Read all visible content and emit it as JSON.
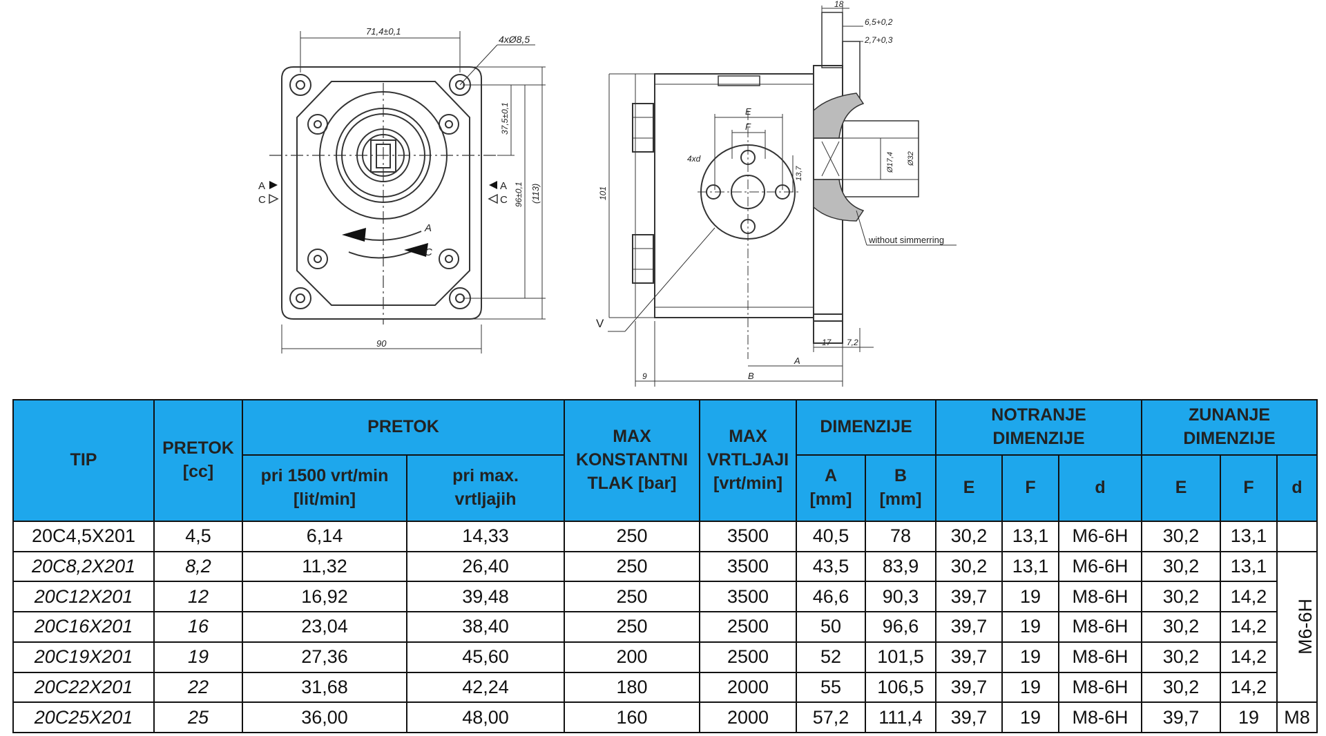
{
  "drawing": {
    "front": {
      "dim_top": "71,4±0,1",
      "holes": "4xØ8,5",
      "dim_bottom": "90",
      "dim_right_inner": "37,5±0,1",
      "dim_right_mid": "96±0,1",
      "dim_right_outer": "(113)",
      "port_left_a": "A",
      "port_left_c": "C",
      "port_right_a": "A",
      "port_right_c": "C",
      "arrow_a": "A",
      "arrow_c": "C"
    },
    "side": {
      "dim_18": "18",
      "dim_65": "6,5+0,2",
      "dim_27": "2,7+0,3",
      "dim_e": "E",
      "dim_f": "F",
      "dim_4xd": "4xd",
      "dim_137": "13,7",
      "dim_174": "Ø17,4",
      "dim_32": "Ø32",
      "dim_101": "101",
      "without_simmering": "without simmerring",
      "label_v": "V",
      "dim_17": "17",
      "dim_72": "7,2",
      "dim_a": "A",
      "dim_9": "9",
      "dim_b": "B"
    }
  },
  "table": {
    "headers": {
      "tip": "TIP",
      "pretok_cc_1": "PRETOK",
      "pretok_cc_2": "[cc]",
      "pretok": "PRETOK",
      "pri1500_1": "pri 1500 vrt/min",
      "pri1500_2": "[lit/min]",
      "primax_1": "pri max.",
      "primax_2": "vrtljajih",
      "tlak_1": "MAX",
      "tlak_2": "KONSTANTNI",
      "tlak_3": "TLAK [bar]",
      "vrt_1": "MAX",
      "vrt_2": "VRTLJAJI",
      "vrt_3": "[vrt/min]",
      "dimenzije": "DIMENZIJE",
      "a_1": "A",
      "a_2": "[mm]",
      "b_1": "B",
      "b_2": "[mm]",
      "notranje_1": "NOTRANJE",
      "notranje_2": "DIMENZIJE",
      "zunanje_1": "ZUNANJE",
      "zunanje_2": "DIMENZIJE",
      "e": "E",
      "f": "F",
      "d": "d"
    },
    "rows": [
      [
        "20C4,5X201",
        "4,5",
        "6,14",
        "14,33",
        "250",
        "3500",
        "40,5",
        "78",
        "30,2",
        "13,1",
        "M6-6H",
        "30,2",
        "13,1"
      ],
      [
        "20C8,2X201",
        "8,2",
        "11,32",
        "26,40",
        "250",
        "3500",
        "43,5",
        "83,9",
        "30,2",
        "13,1",
        "M6-6H",
        "30,2",
        "13,1"
      ],
      [
        "20C12X201",
        "12",
        "16,92",
        "39,48",
        "250",
        "3500",
        "46,6",
        "90,3",
        "39,7",
        "19",
        "M8-6H",
        "30,2",
        "14,2"
      ],
      [
        "20C16X201",
        "16",
        "23,04",
        "38,40",
        "250",
        "2500",
        "50",
        "96,6",
        "39,7",
        "19",
        "M8-6H",
        "30,2",
        "14,2"
      ],
      [
        "20C19X201",
        "19",
        "27,36",
        "45,60",
        "200",
        "2500",
        "52",
        "101,5",
        "39,7",
        "19",
        "M8-6H",
        "30,2",
        "14,2"
      ],
      [
        "20C22X201",
        "22",
        "31,68",
        "42,24",
        "180",
        "2000",
        "55",
        "106,5",
        "39,7",
        "19",
        "M8-6H",
        "30,2",
        "14,2"
      ],
      [
        "20C25X201",
        "25",
        "36,00",
        "48,00",
        "160",
        "2000",
        "57,2",
        "111,4",
        "39,7",
        "19",
        "M8-6H",
        "39,7",
        "19"
      ]
    ],
    "outer_d_merged": "M6-6H",
    "outer_d_last": "M8"
  }
}
